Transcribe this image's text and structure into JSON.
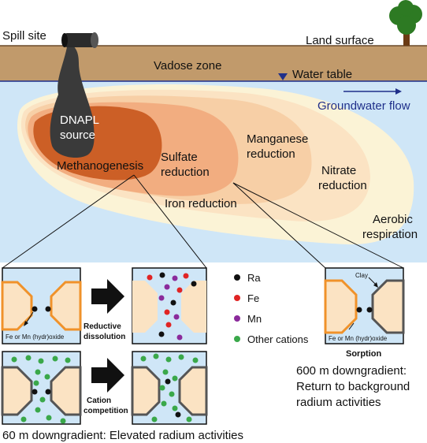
{
  "labels": {
    "spill_site": "Spill site",
    "land_surface": "Land surface",
    "vadose_zone": "Vadose zone",
    "water_table": "Water table",
    "groundwater_flow": "Groundwater flow",
    "dnapl_line1": "DNAPL",
    "dnapl_line2": "source",
    "methanogenesis": "Methanogenesis",
    "sulfate_line1": "Sulfate",
    "sulfate_line2": "reduction",
    "manganese_line1": "Manganese",
    "manganese_line2": "reduction",
    "nitrate_line1": "Nitrate",
    "nitrate_line2": "reduction",
    "iron_reduction": "Iron reduction",
    "aerobic_line1": "Aerobic",
    "aerobic_line2": "respiration"
  },
  "panels": {
    "oxide_label": "Fe or Mn (hydr)oxide",
    "reductive_line1": "Reductive",
    "reductive_line2": "dissolution",
    "cation_line1": "Cation",
    "cation_line2": "competition",
    "clay_label": "Clay",
    "sorption_oxide_label": "Fe or Mn (hydr)oxide",
    "sorption_title": "Sorption"
  },
  "legend": {
    "items": [
      {
        "label": "Ra",
        "color": "#111111"
      },
      {
        "label": "Fe",
        "color": "#e02424"
      },
      {
        "label": "Mn",
        "color": "#8b2a9b"
      },
      {
        "label": "Other cations",
        "color": "#3aa84a"
      }
    ]
  },
  "captions": {
    "far_line1": "600 m downgradient:",
    "far_line2": "Return to background",
    "far_line3": "radium activities",
    "near": "60 m downgradient: Elevated radium activities"
  },
  "colors": {
    "soil": "#c19a6b",
    "groundwater": "#cfe6f7",
    "zone_aerobic": "#fbf3d6",
    "zone_nitrate": "#fbe3c3",
    "zone_manganese": "#f7cfa6",
    "zone_sulfate": "#f2ad80",
    "zone_methanogenesis": "#cc5f26",
    "dnapl": "#3a3a3a",
    "oxide": "#f0922a",
    "clay": "#555555",
    "grain": "#fbe3c3",
    "water_table_marker": "#1f2f8a"
  }
}
